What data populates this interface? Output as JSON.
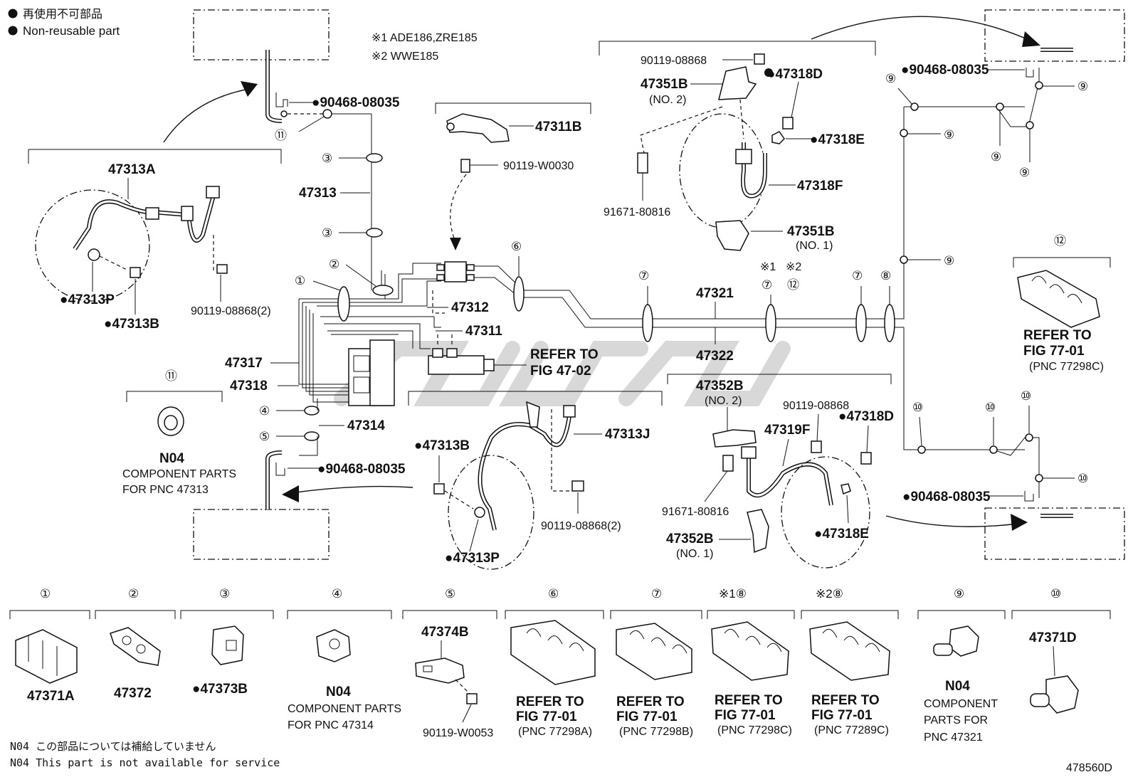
{
  "legend": {
    "jp": "再使用不可部品",
    "en": "Non-reusable part"
  },
  "notes": {
    "n1": "※1 ADE186,ZRE185",
    "n2": "※2 WWE185"
  },
  "diagram_id": "478560D",
  "footer": {
    "jp": "N04 この部品については補給していません",
    "en": "N04 This part is not available for service"
  },
  "labels": {
    "p47313A": "47313A",
    "p47313P_top": "●47313P",
    "p47313B_top": "●47313B",
    "p90119_08868_2_top": "90119-08868(2)",
    "p90468_top": "●90468-08035",
    "p47313": "47313",
    "p47311B": "47311B",
    "p90119_W0030": "90119-W0030",
    "p47312": "47312",
    "p47311": "47311",
    "refer_4702_a": "REFER TO",
    "refer_4702_b": "FIG 47-02",
    "p47317": "47317",
    "p47318": "47318",
    "p47314": "47314",
    "p90468_mid": "●90468-08035",
    "n04_11": "N04",
    "comp_47313_a": "COMPONENT PARTS",
    "comp_47313_b": "FOR PNC 47313",
    "p47313B_bot": "●47313B",
    "p47313J": "47313J",
    "p47313P_bot": "●47313P",
    "p90119_08868_2_bot": "90119-08868(2)",
    "p90119_08868_tr": "90119-08868",
    "p47351B_no2": "47351B",
    "no2_a": "(NO. 2)",
    "p47318D_tr": "●47318D",
    "p47318E_tr": "●47318E",
    "p47318F": "47318F",
    "p91671_tr": "91671-80816",
    "p47351B_no1": "47351B",
    "no1_a": "(NO. 1)",
    "p90468_tr": "●90468-08035",
    "p47321": "47321",
    "p47322": "47322",
    "mark_1": "※1",
    "mark_2": "※2",
    "refer_7701_12a": "REFER TO",
    "refer_7701_12b": "FIG 77-01",
    "refer_7701_12c": "(PNC 77298C)",
    "p47352B_no2": "47352B",
    "no2_b": "(NO. 2)",
    "p90119_08868_br": "90119-08868",
    "p47318D_br": "●47318D",
    "p47319F": "47319F",
    "p91671_br": "91671-80816",
    "p47352B_no1": "47352B",
    "no1_b": "(NO. 1)",
    "p47318E_br": "●47318E",
    "p90468_br": "●90468-08035"
  },
  "bottom_parts": [
    {
      "num": "①",
      "pn": "47371A"
    },
    {
      "num": "②",
      "pn": "47372"
    },
    {
      "num": "③",
      "pn": "●47373B"
    },
    {
      "num": "④",
      "pn": "N04",
      "l1": "COMPONENT PARTS",
      "l2": "FOR PNC 47314"
    },
    {
      "num": "⑤",
      "pn": "47374B",
      "pn2": "90119-W0053"
    },
    {
      "num": "⑥",
      "l1": "REFER TO",
      "l2": "FIG 77-01",
      "l3": "(PNC 77298A)"
    },
    {
      "num": "⑦",
      "l1": "REFER TO",
      "l2": "FIG 77-01",
      "l3": "(PNC 77298B)"
    },
    {
      "num": "※1⑧",
      "l1": "REFER TO",
      "l2": "FIG 77-01",
      "l3": "(PNC 77298C)"
    },
    {
      "num": "※2⑧",
      "l1": "REFER TO",
      "l2": "FIG 77-01",
      "l3": "(PNC 77289C)"
    },
    {
      "num": "⑨",
      "pn": "N04",
      "l1": "COMPONENT",
      "l2": "PARTS FOR",
      "l3": "PNC 47321"
    },
    {
      "num": "⑩",
      "pn": "47371D"
    }
  ],
  "callouts": {
    "c1": "①",
    "c2": "②",
    "c3": "③",
    "c4": "④",
    "c5": "⑤",
    "c6": "⑥",
    "c7": "⑦",
    "c8": "⑧",
    "c9": "⑨",
    "c10": "⑩",
    "c11": "⑪",
    "c12": "⑫"
  }
}
